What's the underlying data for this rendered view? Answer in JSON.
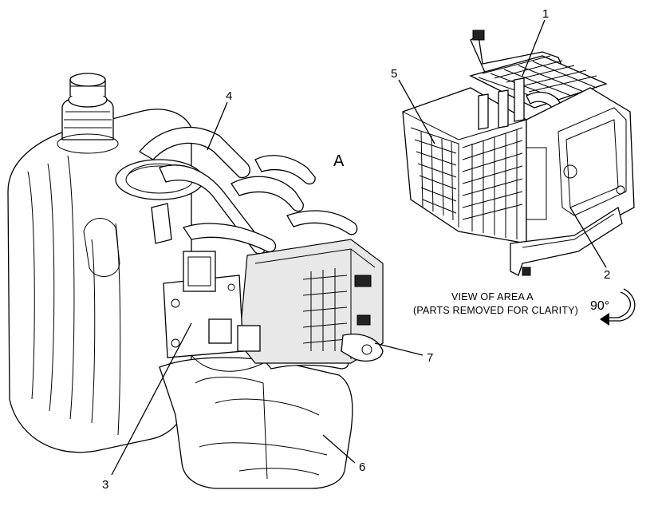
{
  "diagram": {
    "area_letter": "A",
    "view_caption_line1": "VIEW OF AREA  A",
    "view_caption_line2": "(PARTS REMOVED FOR CLARITY)",
    "rotation_label": "90°",
    "callouts": [
      {
        "id": "1",
        "label": "1"
      },
      {
        "id": "2",
        "label": "2"
      },
      {
        "id": "3",
        "label": "3"
      },
      {
        "id": "4",
        "label": "4"
      },
      {
        "id": "5",
        "label": "5"
      },
      {
        "id": "6",
        "label": "6"
      },
      {
        "id": "7",
        "label": "7"
      }
    ]
  }
}
